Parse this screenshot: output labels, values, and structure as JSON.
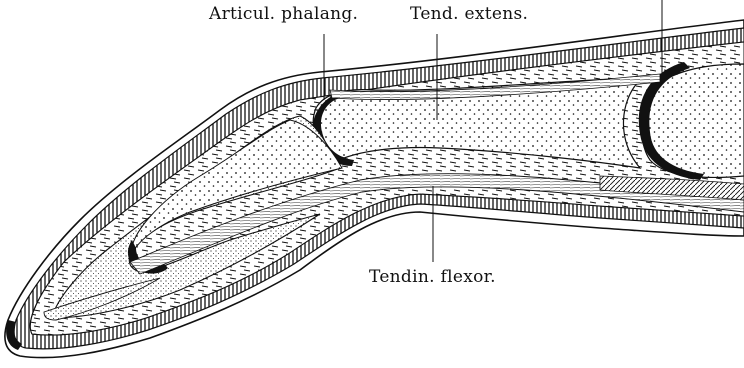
{
  "labels": {
    "articul_phalang": "Articul. phalang.",
    "tend_extens": "Tend. extens.",
    "tendin_flexor": "Tendin. flexor."
  },
  "colors": {
    "ink": "#111111",
    "paper": "#ffffff"
  }
}
